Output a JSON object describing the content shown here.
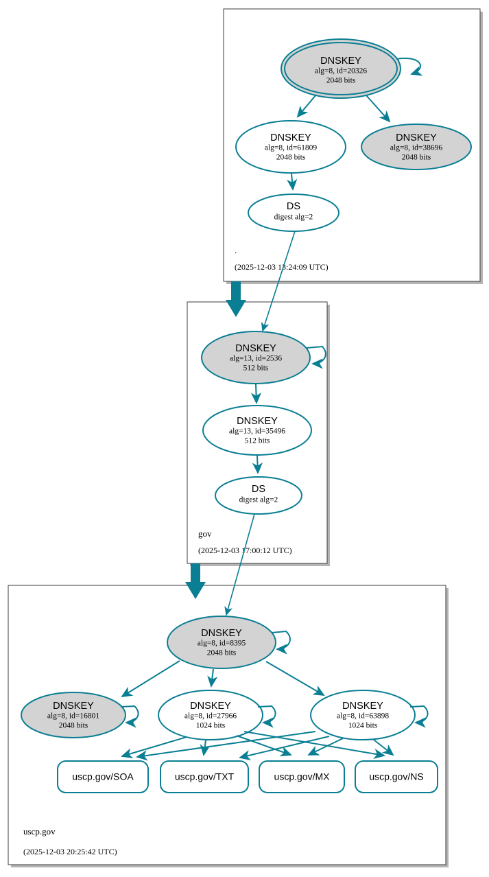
{
  "diagram": {
    "type": "dnssec-authentication-chain",
    "colors": {
      "accent": "#0a7e93",
      "secure_fill": "#d3d3d3",
      "plain_fill": "#ffffff",
      "zone_border": "#3b3b3b",
      "shadow": "#b4b4b4"
    }
  },
  "zones": [
    {
      "id": "root",
      "name": ".",
      "timestamp": "(2025-12-03 13:24:09 UTC)",
      "nodes": [
        {
          "id": "root-ksk",
          "kind": "DNSKEY",
          "title": "DNSKEY",
          "line2": "alg=8, id=20326",
          "line3": "2048 bits",
          "trust_anchor": true,
          "shaded": true,
          "self_sign": true
        },
        {
          "id": "root-zsk",
          "kind": "DNSKEY",
          "title": "DNSKEY",
          "line2": "alg=8, id=61809",
          "line3": "2048 bits",
          "trust_anchor": false,
          "shaded": false,
          "self_sign": false
        },
        {
          "id": "root-alt",
          "kind": "DNSKEY",
          "title": "DNSKEY",
          "line2": "alg=8, id=38696",
          "line3": "2048 bits",
          "trust_anchor": false,
          "shaded": true,
          "self_sign": false
        },
        {
          "id": "root-ds",
          "kind": "DS",
          "title": "DS",
          "line2": "digest alg=2",
          "line3": "",
          "trust_anchor": false,
          "shaded": false,
          "self_sign": false
        }
      ]
    },
    {
      "id": "gov",
      "name": "gov",
      "timestamp": "(2025-12-03 17:00:12 UTC)",
      "nodes": [
        {
          "id": "gov-ksk",
          "kind": "DNSKEY",
          "title": "DNSKEY",
          "line2": "alg=13, id=2536",
          "line3": "512 bits",
          "trust_anchor": false,
          "shaded": true,
          "self_sign": true
        },
        {
          "id": "gov-zsk",
          "kind": "DNSKEY",
          "title": "DNSKEY",
          "line2": "alg=13, id=35496",
          "line3": "512 bits",
          "trust_anchor": false,
          "shaded": false,
          "self_sign": false
        },
        {
          "id": "gov-ds",
          "kind": "DS",
          "title": "DS",
          "line2": "digest alg=2",
          "line3": "",
          "trust_anchor": false,
          "shaded": false,
          "self_sign": false
        }
      ]
    },
    {
      "id": "uscpgov",
      "name": "uscp.gov",
      "timestamp": "(2025-12-03 20:25:42 UTC)",
      "nodes": [
        {
          "id": "u-ksk",
          "kind": "DNSKEY",
          "title": "DNSKEY",
          "line2": "alg=8, id=8395",
          "line3": "2048 bits",
          "trust_anchor": false,
          "shaded": true,
          "self_sign": true
        },
        {
          "id": "u-k16801",
          "kind": "DNSKEY",
          "title": "DNSKEY",
          "line2": "alg=8, id=16801",
          "line3": "2048 bits",
          "trust_anchor": false,
          "shaded": true,
          "self_sign": true
        },
        {
          "id": "u-k27966",
          "kind": "DNSKEY",
          "title": "DNSKEY",
          "line2": "alg=8, id=27966",
          "line3": "1024 bits",
          "trust_anchor": false,
          "shaded": false,
          "self_sign": true
        },
        {
          "id": "u-k63898",
          "kind": "DNSKEY",
          "title": "DNSKEY",
          "line2": "alg=8, id=63898",
          "line3": "1024 bits",
          "trust_anchor": false,
          "shaded": false,
          "self_sign": true
        }
      ],
      "records": [
        {
          "id": "rr-soa",
          "label": "uscp.gov/SOA"
        },
        {
          "id": "rr-txt",
          "label": "uscp.gov/TXT"
        },
        {
          "id": "rr-mx",
          "label": "uscp.gov/MX"
        },
        {
          "id": "rr-ns",
          "label": "uscp.gov/NS"
        }
      ]
    }
  ]
}
